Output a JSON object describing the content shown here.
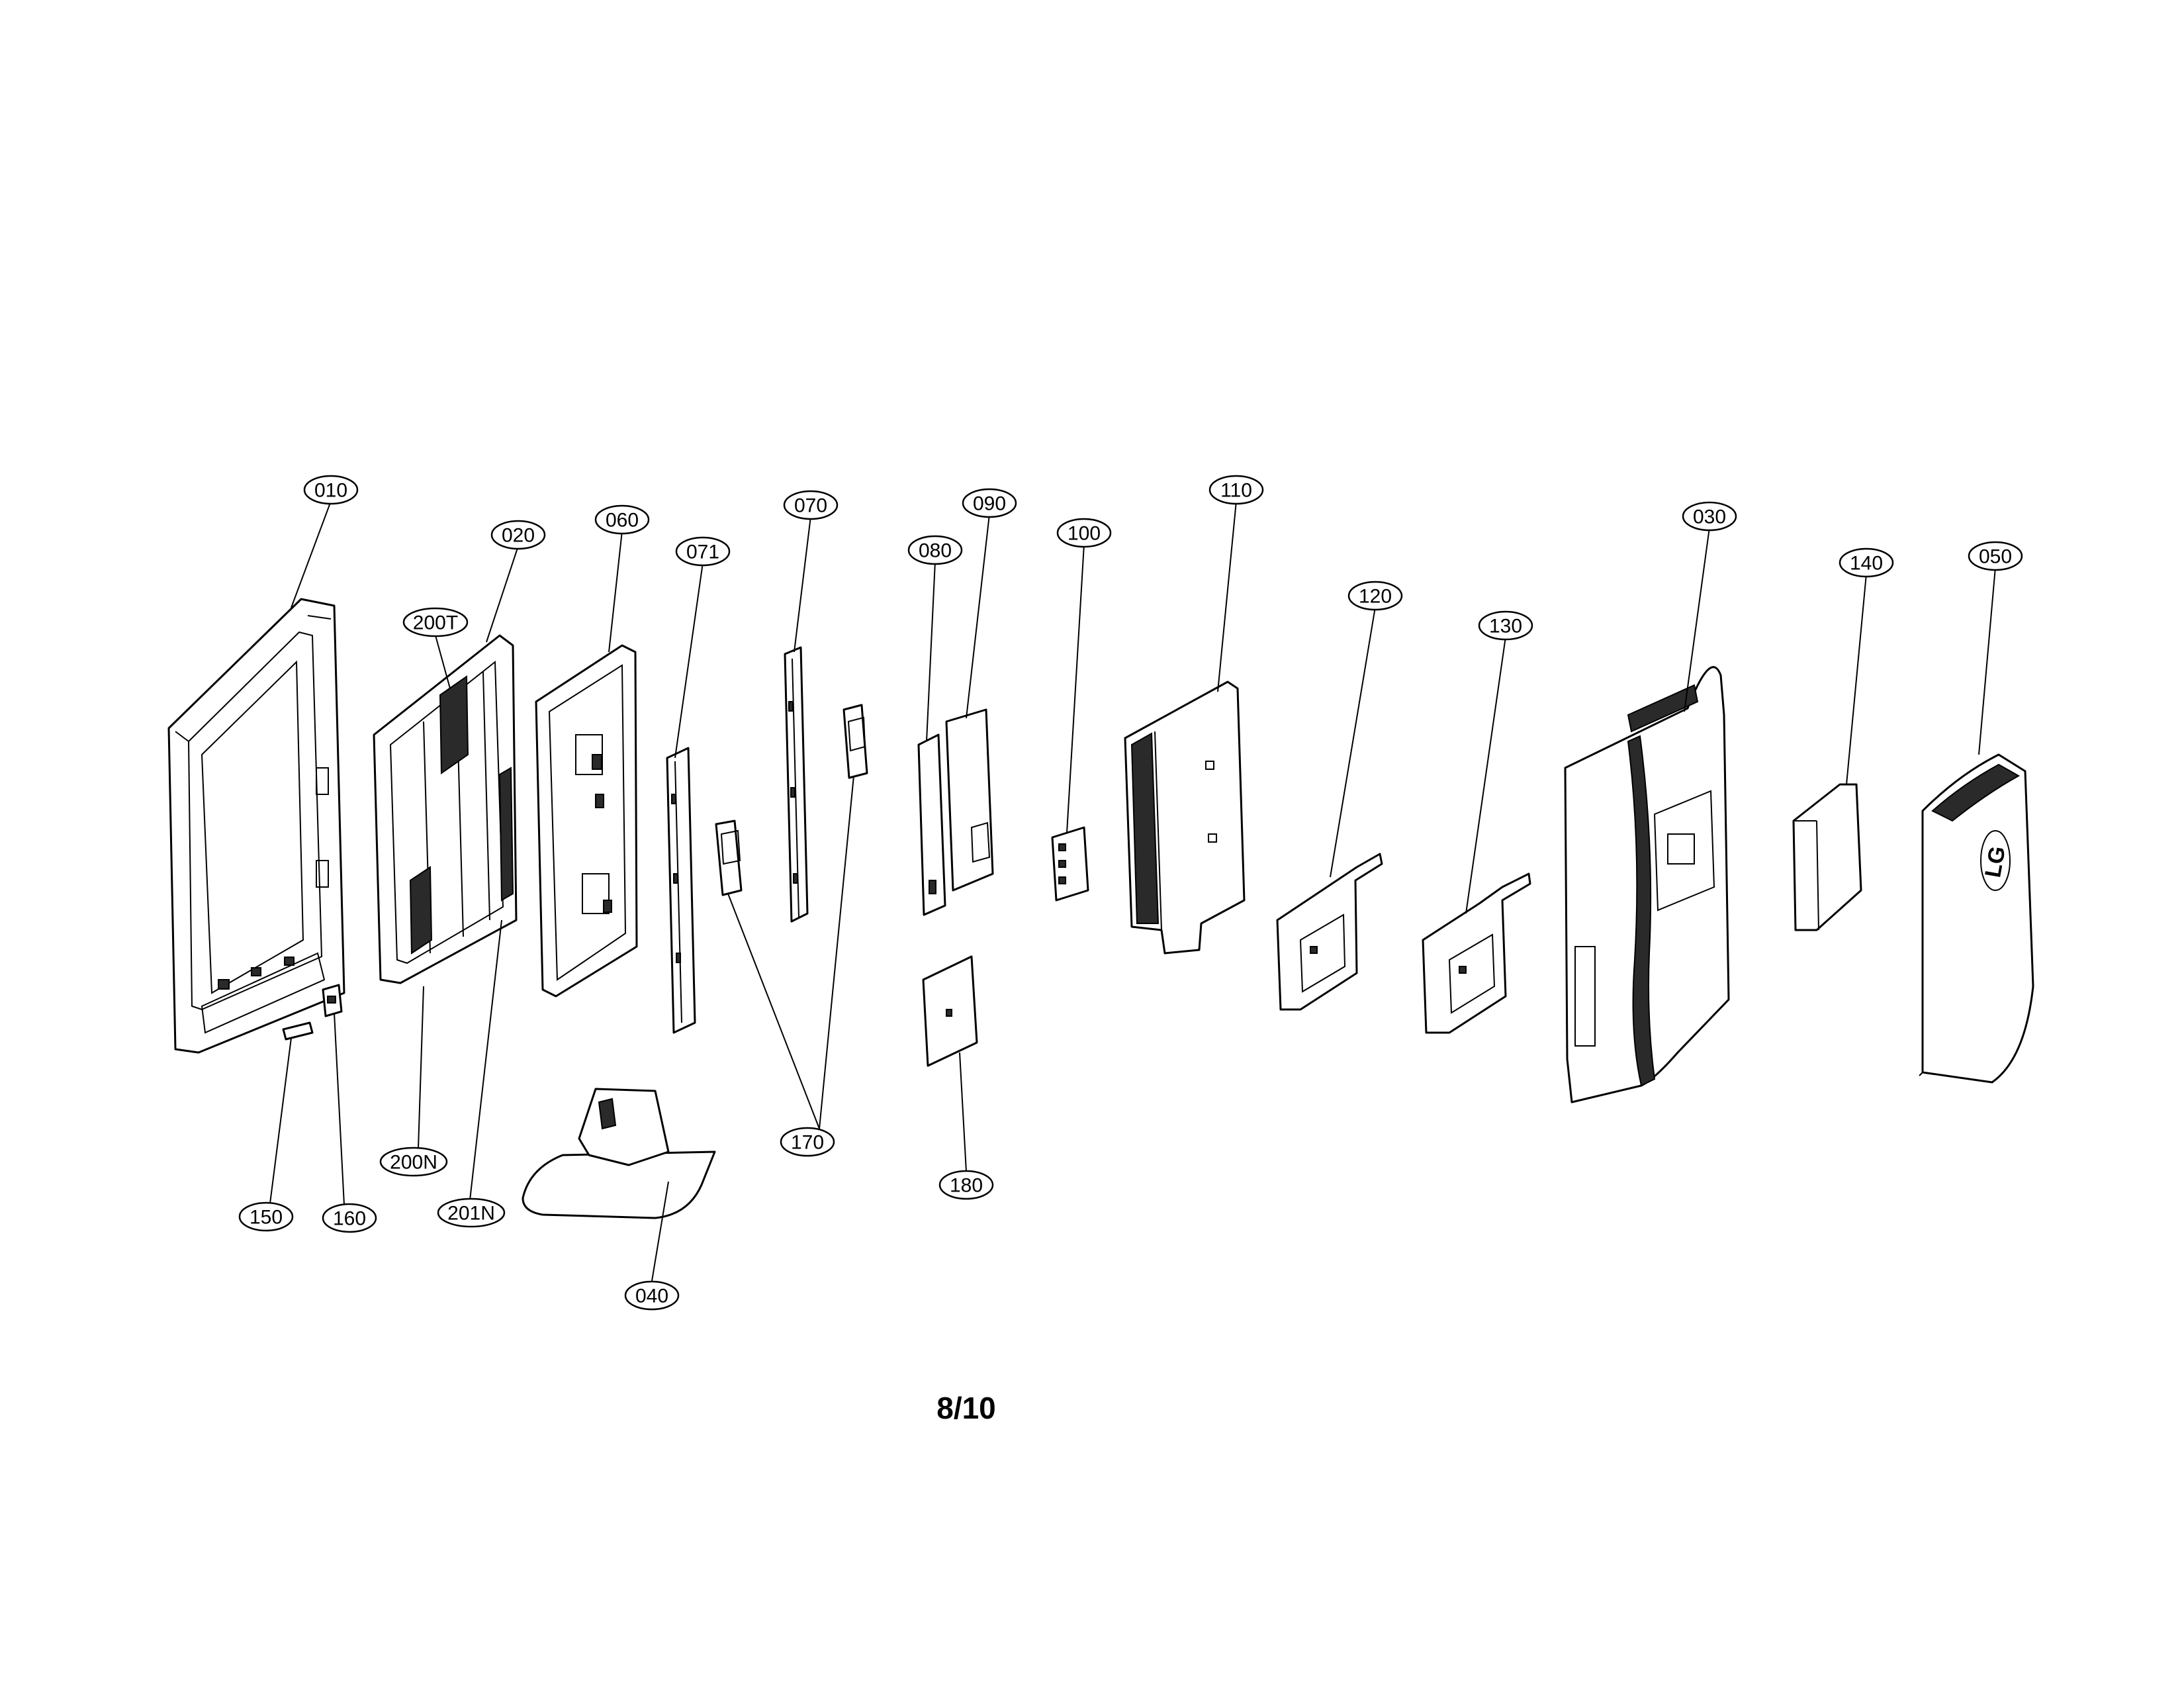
{
  "callouts": {
    "c010": "010",
    "c020": "020",
    "c060": "060",
    "c071": "071",
    "c070": "070",
    "c080": "080",
    "c090": "090",
    "c100": "100",
    "c110": "110",
    "c120": "120",
    "c130": "130",
    "c030": "030",
    "c140": "140",
    "c050": "050",
    "c200T": "200T",
    "c200N": "200N",
    "c201N": "201N",
    "c150": "150",
    "c160": "160",
    "c040": "040",
    "c170": "170",
    "c180": "180"
  },
  "page_number": "8/10"
}
